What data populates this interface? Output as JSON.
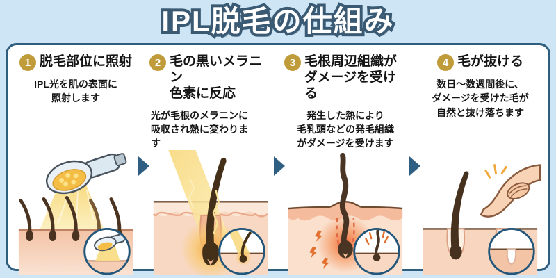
{
  "title": "IPL脱毛の仕組み",
  "steps": [
    {
      "number": "1",
      "heading": "脱毛部位に照射",
      "body": "IPL光を肌の表面に\n照射します",
      "illustration": "ipl-handpiece-flashing-light-on-skin-with-hairs"
    },
    {
      "number": "2",
      "heading": "毛の黒いメラニン\n色素に反応",
      "body": "光が毛根のメラニンに\n吸収され熱に変わりま\nす",
      "illustration": "light-beam-absorbed-by-hair-root-melanin"
    },
    {
      "number": "3",
      "heading": "毛根周辺組織が\nダメージを受ける",
      "body": "発生した熱により\n毛乳頭などの発毛組織\nがダメージを受けます",
      "illustration": "heat-damaging-hair-follicle-tissue"
    },
    {
      "number": "4",
      "heading": "毛が抜ける",
      "body": "数日〜数週間後に、\nダメージを受けた毛が\n自然と抜け落ちます",
      "illustration": "damaged-hair-falling-out-and-smooth-leg"
    }
  ],
  "colors": {
    "background": "#cde5f5",
    "title_fill": "#ffffff",
    "title_outline": "#3a5a73",
    "panel_bg": "#ffffff",
    "panel_border": "#2e5d7d",
    "step_number": "#bf9b3a",
    "heading_text": "#151515",
    "body_text": "#151515",
    "arrow": "#2e5f82",
    "skin": "#f8d8c3",
    "hair": "#46301e",
    "light_beam": "#f8df8e",
    "heat_glow": "#f29b4f",
    "damage_glow": "#f05a28",
    "damage_bolt": "#e2702f"
  }
}
